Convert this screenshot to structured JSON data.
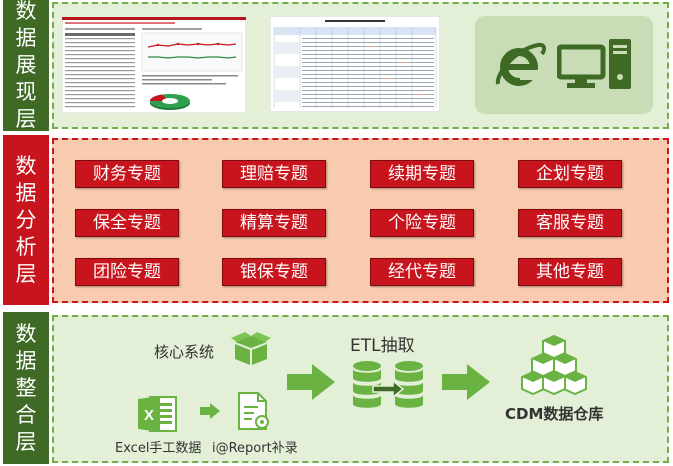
{
  "layers": [
    {
      "label": "数据展现层",
      "color": "#3e6a25",
      "panel_bg": "#e3efd6"
    },
    {
      "label": "数据分析层",
      "color": "#c8151d",
      "panel_bg": "#f9cbae"
    },
    {
      "label": "数据整合层",
      "color": "#3e6a25",
      "panel_bg": "#e3efd6"
    }
  ],
  "topics": [
    "财务专题",
    "理赔专题",
    "续期专题",
    "企划专题",
    "保全专题",
    "精算专题",
    "个险专题",
    "客服专题",
    "团险专题",
    "银保专题",
    "经代专题",
    "其他专题"
  ],
  "presentation": {
    "icons": [
      "ie-browser-icon",
      "desktop-computer-icon"
    ]
  },
  "integration": {
    "core_system": "核心系统",
    "excel": "Excel手工数据",
    "report": "i@Report补录",
    "etl": "ETL抽取",
    "cdm": "CDM数据仓库"
  },
  "colors": {
    "green_dark": "#3e6a25",
    "green_icon": "#6ab343",
    "red": "#c8151d",
    "peach": "#f9cbae"
  }
}
